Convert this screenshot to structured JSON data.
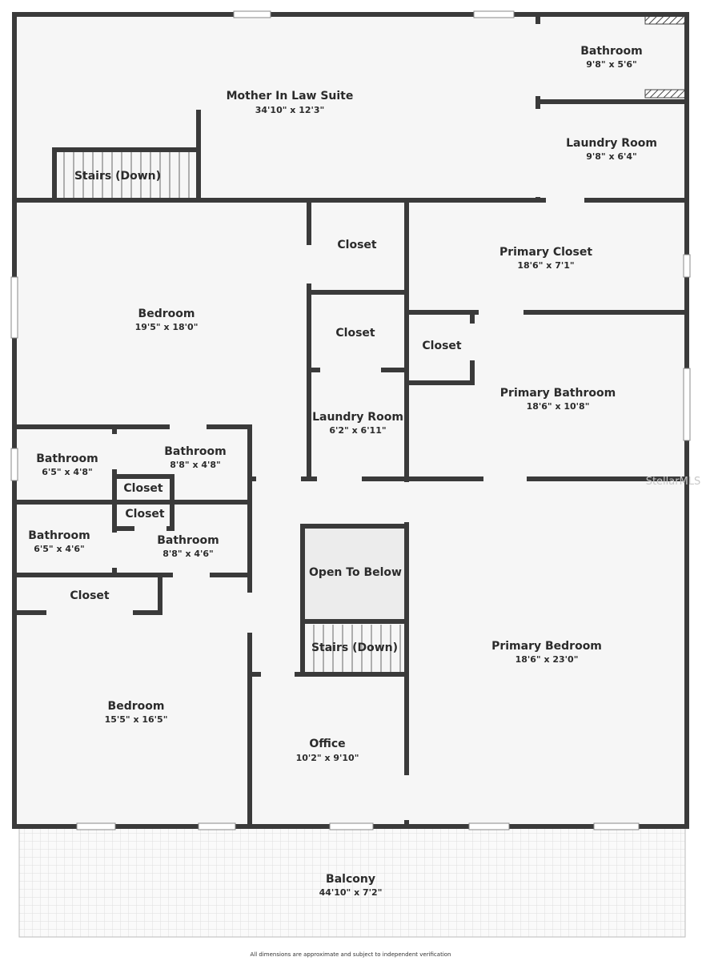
{
  "rooms": {
    "mother_in_law_suite": {
      "name": "Mother In Law Suite",
      "dim": "34'10\" x 12'3\""
    },
    "bathroom_top": {
      "name": "Bathroom",
      "dim": "9'8\" x 5'6\""
    },
    "laundry_top": {
      "name": "Laundry Room",
      "dim": "9'8\" x 6'4\""
    },
    "stairs_top": {
      "name": "Stairs (Down)"
    },
    "bedroom_left": {
      "name": "Bedroom",
      "dim": "19'5\" x 18'0\""
    },
    "closet_a": {
      "name": "Closet"
    },
    "closet_b": {
      "name": "Closet"
    },
    "laundry_mid": {
      "name": "Laundry Room",
      "dim": "6'2\" x 6'11\""
    },
    "primary_closet": {
      "name": "Primary Closet",
      "dim": "18'6\" x 7'1\""
    },
    "closet_c": {
      "name": "Closet"
    },
    "primary_bathroom": {
      "name": "Primary Bathroom",
      "dim": "18'6\" x 10'8\""
    },
    "bath_1": {
      "name": "Bathroom",
      "dim": "6'5\" x 4'8\""
    },
    "bath_2": {
      "name": "Bathroom",
      "dim": "8'8\" x 4'8\""
    },
    "closet_d": {
      "name": "Closet"
    },
    "closet_e": {
      "name": "Closet"
    },
    "bath_3": {
      "name": "Bathroom",
      "dim": "6'5\" x 4'6\""
    },
    "bath_4": {
      "name": "Bathroom",
      "dim": "8'8\" x 4'6\""
    },
    "closet_f": {
      "name": "Closet"
    },
    "open_to_below": {
      "name": "Open To Below"
    },
    "stairs_mid": {
      "name": "Stairs (Down)"
    },
    "bedroom_lower": {
      "name": "Bedroom",
      "dim": "15'5\" x 16'5\""
    },
    "office": {
      "name": "Office",
      "dim": "10'2\" x 9'10\""
    },
    "primary_bedroom": {
      "name": "Primary Bedroom",
      "dim": "18'6\" x 23'0\""
    },
    "balcony": {
      "name": "Balcony",
      "dim": "44'10\" x 7'2\""
    }
  },
  "watermark": "StellarMLS",
  "footer": "All dimensions are approximate and subject to independent verification",
  "colors": {
    "wall": "#3a3a3a",
    "floor": "#f6f6f6",
    "open_below": "#ececec",
    "balcony_grid": "#dcdcdc",
    "window": "#ffffff"
  }
}
